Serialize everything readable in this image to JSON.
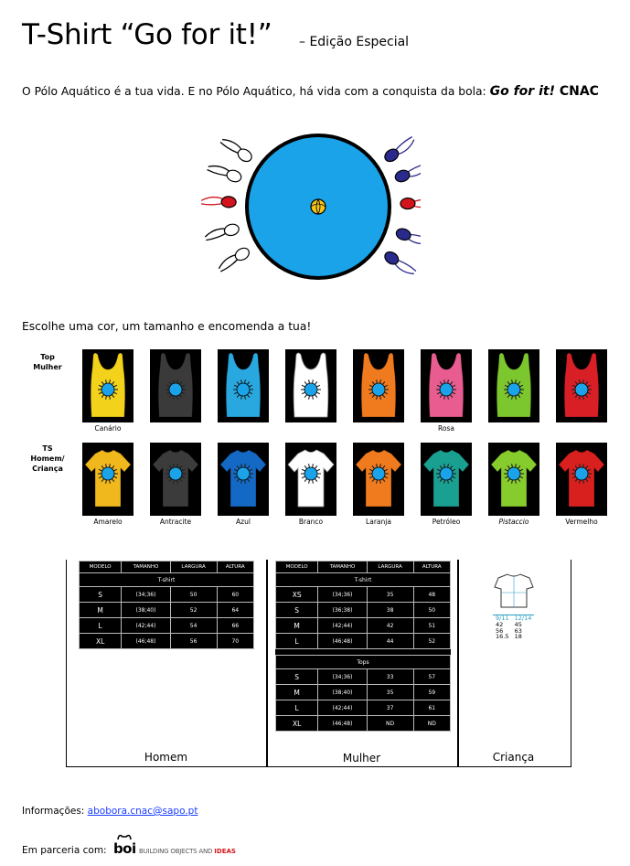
{
  "header": {
    "title": "T-Shirt “Go for it!”",
    "subtitle": "– Edição Especial"
  },
  "intro": {
    "text": "O Pólo Aquático é a tua vida. E no Pólo Aquático, há vida com a conquista da bola: ",
    "slogan": "Go for it!",
    "brand": " CNAC"
  },
  "choose_text": "Escolhe uma cor, um tamanho e encomenda a tua!",
  "tops_row": {
    "label_line1": "Top",
    "label_line2": "Mulher",
    "colors": [
      "#f2d21a",
      "#3a3a3a",
      "#29a8e0",
      "#ffffff",
      "#f07a1e",
      "#e85c8f",
      "#7cc62e",
      "#d81f26"
    ],
    "captions": [
      "Canário",
      "",
      "",
      "",
      "",
      "Rosa",
      "",
      ""
    ]
  },
  "tshirts_row": {
    "label_line1": "TS",
    "label_line2": "Homem/",
    "label_line3": "Criança",
    "colors": [
      "#f0b81c",
      "#3b3b3b",
      "#1469c4",
      "#ffffff",
      "#f07a1e",
      "#1aa091",
      "#86cc2c",
      "#d8201f"
    ],
    "captions": [
      "Amarelo",
      "Antracite",
      "Azul",
      "Branco",
      "Laranja",
      "Petróleo",
      "Pistaccio",
      "Vermelho"
    ]
  },
  "tables": {
    "headers": [
      "MODELO",
      "TAMANHO",
      "LARGURA",
      "ALTURA"
    ],
    "tshirt_label": "T-shirt",
    "tops_label": "Tops",
    "homem": [
      [
        "S",
        "(34;36)",
        "50",
        "60"
      ],
      [
        "M",
        "(38;40)",
        "52",
        "64"
      ],
      [
        "L",
        "(42;44)",
        "54",
        "66"
      ],
      [
        "XL",
        "(46;48)",
        "56",
        "70"
      ]
    ],
    "mulher_tshirt": [
      [
        "XS",
        "(34;36)",
        "35",
        "48"
      ],
      [
        "S",
        "(36;38)",
        "38",
        "50"
      ],
      [
        "M",
        "(42;44)",
        "42",
        "51"
      ],
      [
        "L",
        "(46;48)",
        "44",
        "52"
      ]
    ],
    "mulher_tops": [
      [
        "S",
        "(34;36)",
        "33",
        "57"
      ],
      [
        "M",
        "(38;40)",
        "35",
        "59"
      ],
      [
        "L",
        "(42;44)",
        "37",
        "61"
      ],
      [
        "XL",
        "(46;48)",
        "ND",
        "ND"
      ]
    ],
    "crianca": {
      "cols": [
        "9/11",
        "12/14"
      ],
      "rows": [
        [
          "42",
          "45"
        ],
        [
          "56",
          "63"
        ],
        [
          "16.5",
          "18"
        ]
      ]
    },
    "col_names": [
      "Homem",
      "Mulher",
      "Criança"
    ]
  },
  "footer": {
    "info_label": "Informações: ",
    "email": "abobora.cnac@sapo.pt",
    "partner_label": "Em parceria com:",
    "partner_logo_text": "boi",
    "partner_tagline_1": "BUILDING OBJECTS AND ",
    "partner_tagline_2": "IDEAS"
  },
  "colors": {
    "logo_blue": "#1aa3e8",
    "team_red": "#d4141c",
    "team_navy": "#2a2a8c",
    "link": "#1a3cff"
  }
}
